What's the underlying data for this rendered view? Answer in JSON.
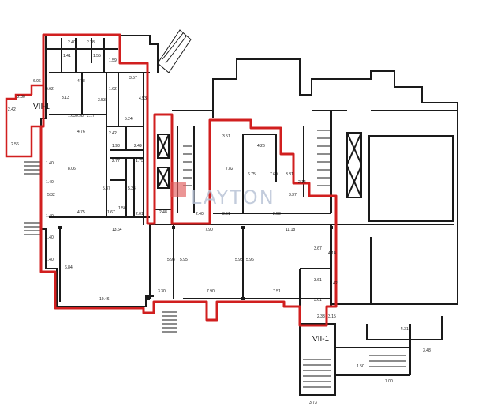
{
  "plan": {
    "section_labels": {
      "left": "VII-1",
      "bottom": "VII-1"
    },
    "watermark": {
      "text": "LAYTON",
      "color": "#b9c4d6",
      "logo_color": "#e05a5a"
    },
    "colors": {
      "wall": "#1a1a1a",
      "highlight": "#d11f1f",
      "background": "#ffffff"
    },
    "dimensions": {
      "d_240": "2.40",
      "d_228": "2.28",
      "d_141": "1.41",
      "d_155": "1.55",
      "d_159": "1.59",
      "d_357": "3.57",
      "d_1_59": "1.59",
      "d_606": "6.06",
      "d_662": "6.62",
      "d_478": "4.78",
      "d_162": "1.62",
      "d_313": "3.13",
      "d_353": "3.53",
      "d_453": "4.53",
      "d_476": "4.76",
      "d_163": "1.63",
      "d_098": "0.98",
      "d_217": "2.17",
      "d_524": "5.24",
      "d_198": "1.98",
      "d_242": "2.42",
      "d_249": "2.49",
      "d_806": "8.06",
      "d_277": "2.77",
      "d_175": "1.75",
      "d_537": "5.37",
      "d_534": "5.34",
      "d_532": "5.32",
      "d_140a": "1.40",
      "d_140b": "1.40",
      "d_140c": "1.40",
      "d_140d": "1.40",
      "d_140e": "1.40",
      "d_475": "4.75",
      "d_167": "1.67",
      "d_156": "1.56",
      "d_201": "2.01",
      "d_248": "2.48",
      "d_240b": "2.40",
      "d_351a": "3.51",
      "d_351b": "3.51",
      "d_426": "4.26",
      "d_782": "7.82",
      "d_675": "6.75",
      "d_760": "7.60",
      "d_258": "2.58",
      "d_381": "3.81",
      "d_214": "2.14",
      "d_337": "3.37",
      "d_1364": "13.64",
      "d_790a": "7.90",
      "d_1118": "11.18",
      "d_593": "5.93",
      "d_595": "5.95",
      "d_598": "5.98",
      "d_596": "5.96",
      "d_684": "6.84",
      "d_1046": "10.46",
      "d_330": "3.30",
      "d_790b": "7.90",
      "d_751": "7.51",
      "d_367": "3.67",
      "d_361a": "3.61",
      "d_361b": "3.61",
      "d_414": "4.14",
      "d_242b": "2.42",
      "d_233": "2.33",
      "d_315": "3.15",
      "d_431": "4.31",
      "d_348": "3.48",
      "d_150": "1.50",
      "d_700": "7.00",
      "d_373": "3.73",
      "d_256": "2.56",
      "d_280": "2.80",
      "d_242c": "2.42"
    }
  }
}
